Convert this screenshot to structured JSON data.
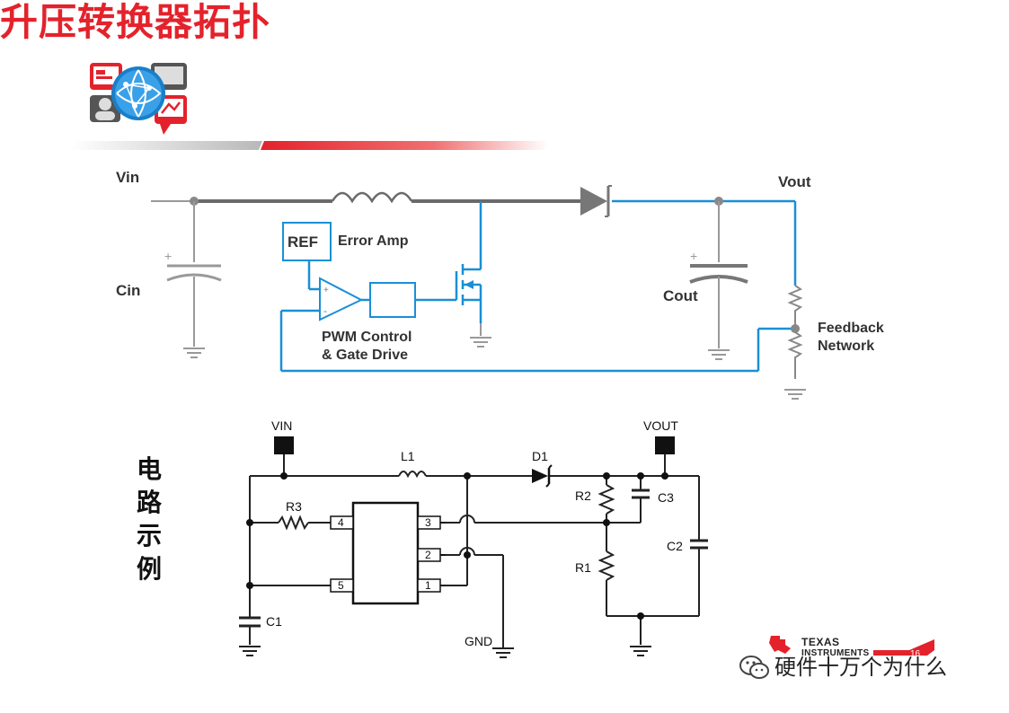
{
  "title": "升压转换器拓扑",
  "top_schematic": {
    "vin": "Vin",
    "cin": "Cin",
    "ref": "REF",
    "error_amp": "Error Amp",
    "pwm_line1": "PWM Control",
    "pwm_line2": "& Gate Drive",
    "vout": "Vout",
    "cout": "Cout",
    "feedback_line1": "Feedback",
    "feedback_line2": "Network",
    "plus": "+",
    "minus": "-"
  },
  "bottom_schematic": {
    "side_label": "电路示例",
    "vin": "VIN",
    "vout": "VOUT",
    "l1": "L1",
    "d1": "D1",
    "r1": "R1",
    "r2": "R2",
    "r3": "R3",
    "c1": "C1",
    "c2": "C2",
    "c3": "C3",
    "gnd": "GND",
    "pins": [
      "4",
      "5",
      "3",
      "2",
      "1"
    ]
  },
  "footer": {
    "ti_line1": "TEXAS",
    "ti_line2": "INSTRUMENTS",
    "page_number": "16",
    "watermark": "硬件十万个为什么"
  },
  "colors": {
    "title_red": "#e4222b",
    "wire_blue": "#1a8fd6",
    "wire_gray": "#8a8a8a",
    "dark": "#333333"
  }
}
